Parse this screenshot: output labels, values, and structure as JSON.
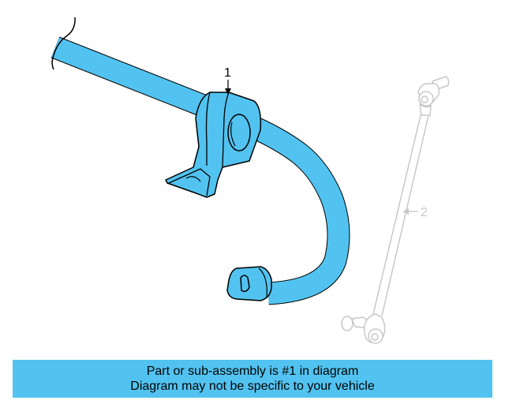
{
  "diagram": {
    "callouts": [
      {
        "number": "1"
      },
      {
        "number": "2"
      }
    ]
  },
  "banner": {
    "line1": "Part or sub-assembly is #1 in diagram",
    "line2": "Diagram may not be specific to your vehicle",
    "background_color": "#52c3f0"
  },
  "colors": {
    "highlight_part": "#52c3f0",
    "ghost_part": "#c8c8c8",
    "outline": "#000000"
  }
}
